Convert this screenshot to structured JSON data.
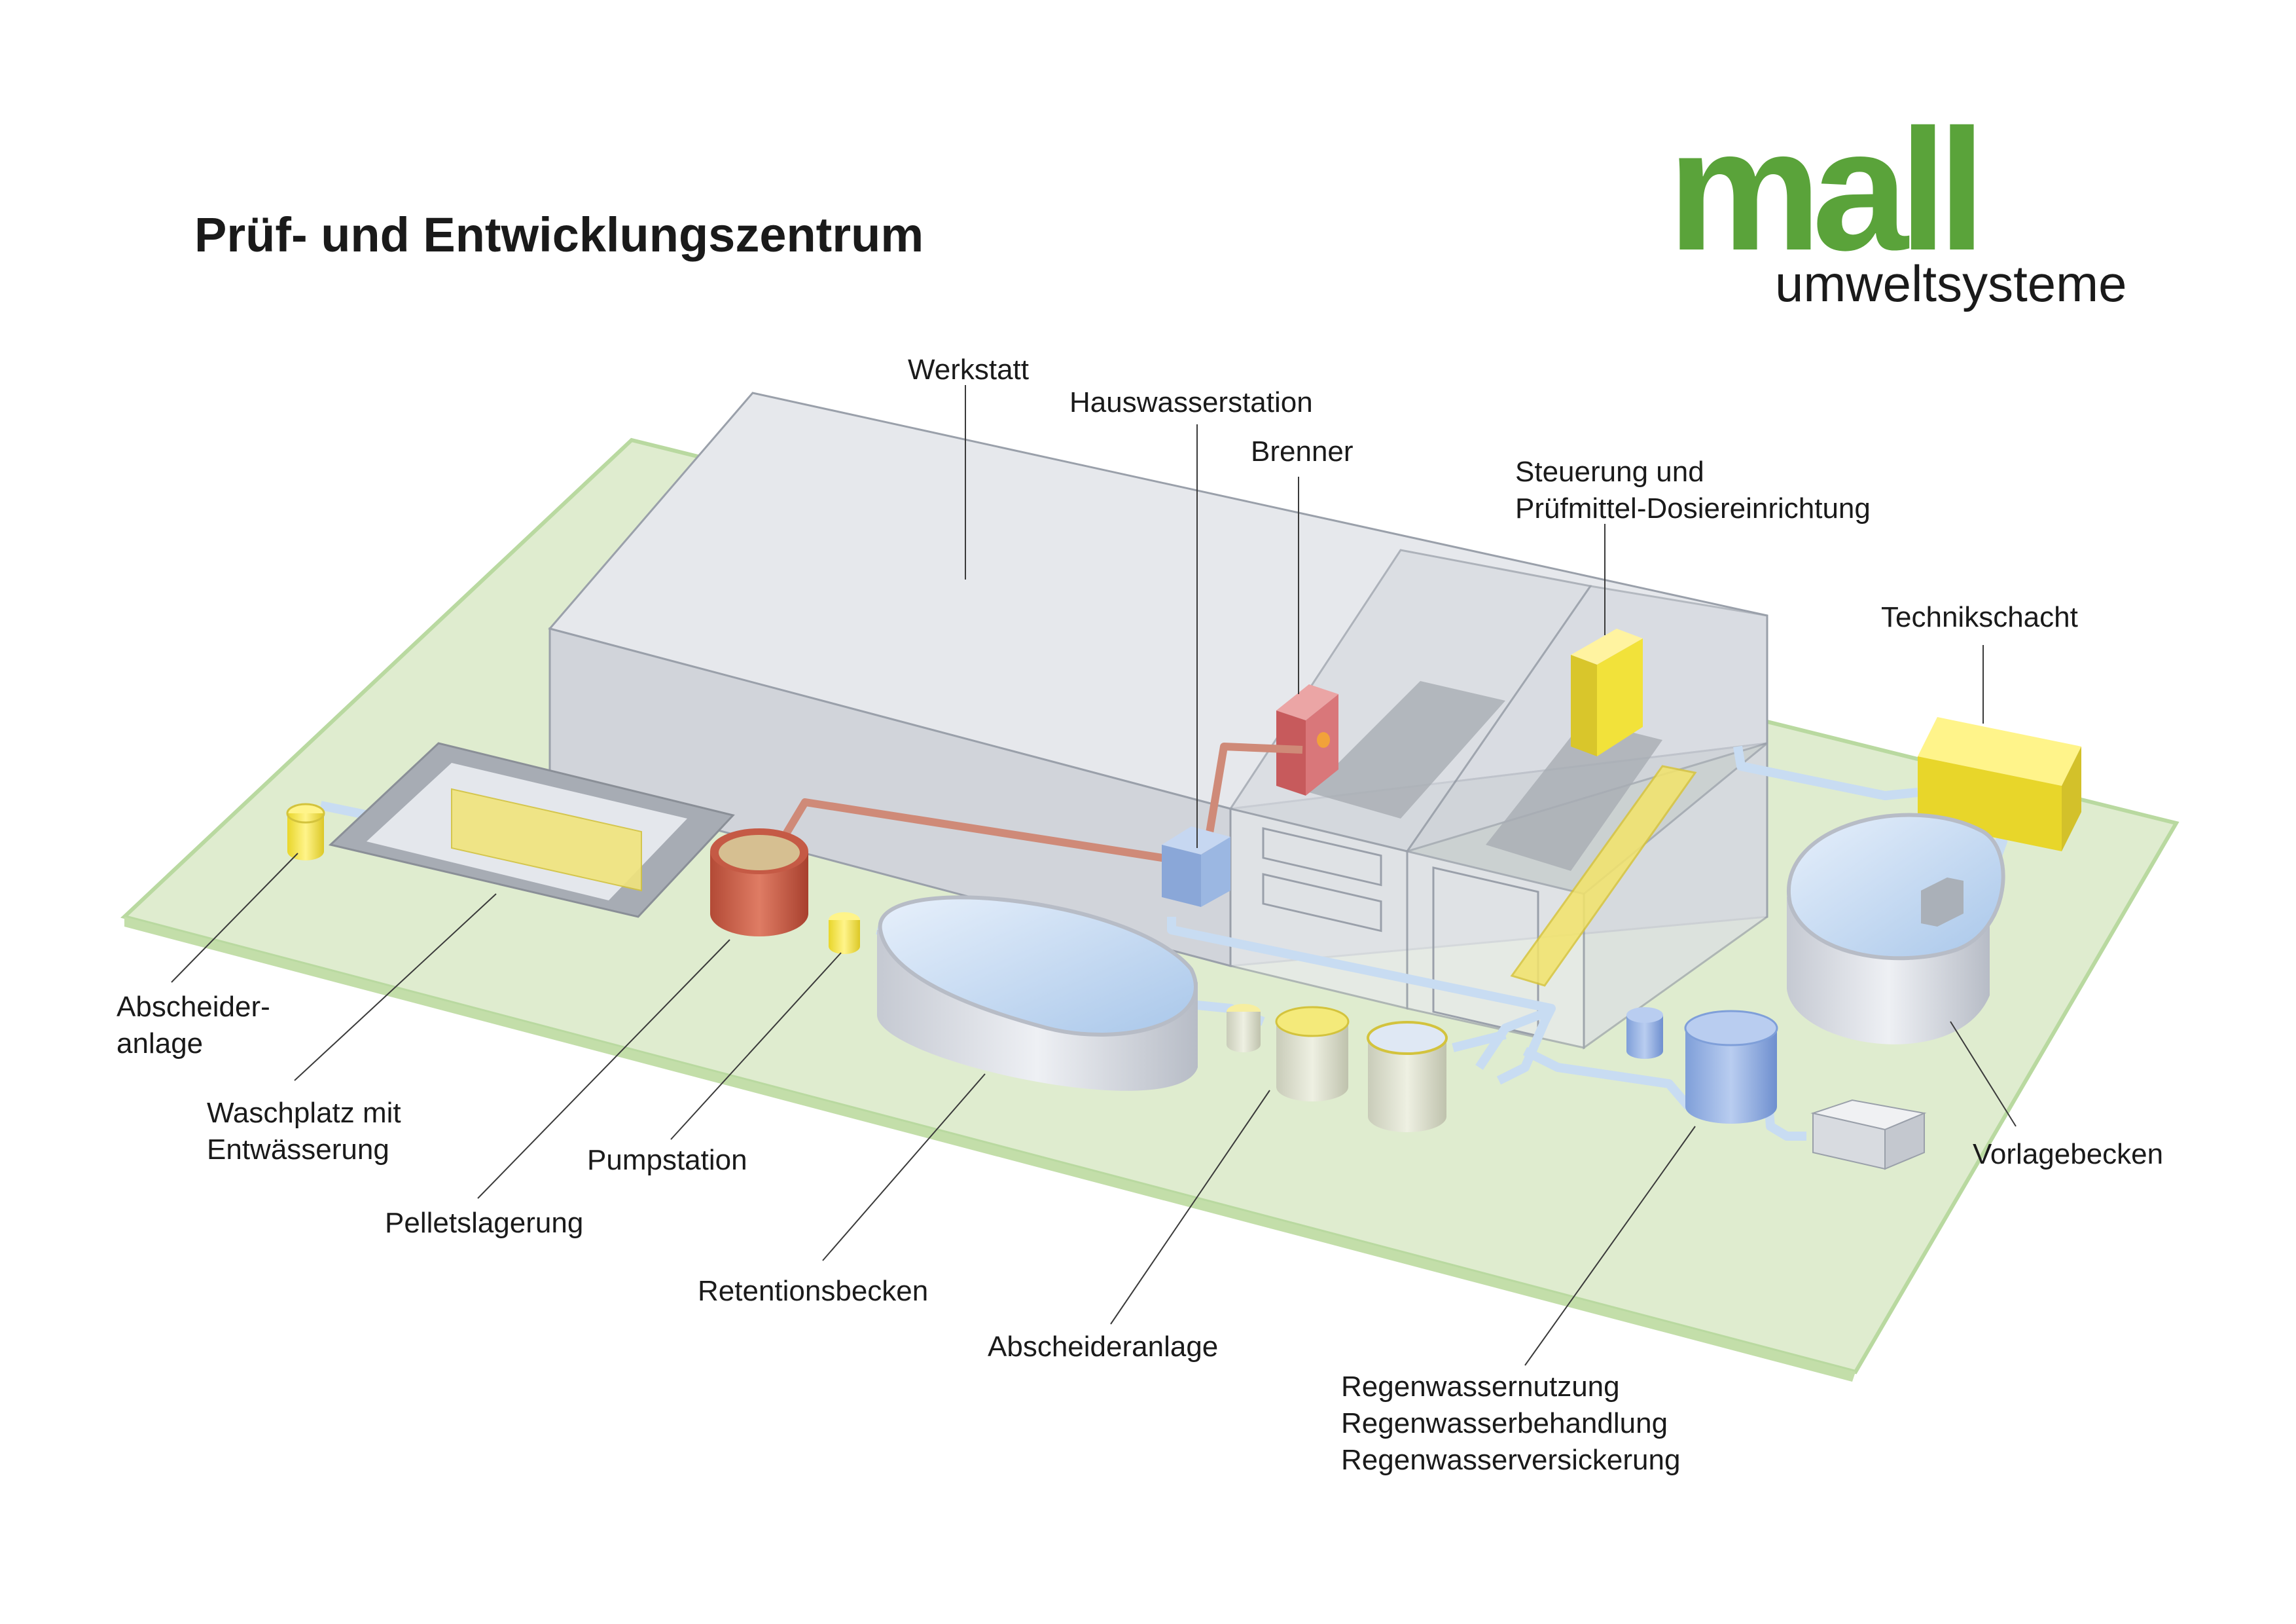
{
  "header": {
    "title": "Prüf- und Entwicklungszentrum"
  },
  "logo": {
    "word": "mall",
    "subtitle": "umweltsysteme",
    "color": "#5aa33a"
  },
  "labels": {
    "werkstatt": "Werkstatt",
    "hauswasserstation": "Hauswasserstation",
    "brenner": "Brenner",
    "steuerung_line1": "Steuerung und",
    "steuerung_line2": "Prüfmittel-Dosiereinrichtung",
    "technikschacht": "Technikschacht",
    "abscheider_left_line1": "Abscheider-",
    "abscheider_left_line2": "anlage",
    "waschplatz_line1": "Waschplatz mit",
    "waschplatz_line2": "Entwässerung",
    "pumpstation": "Pumpstation",
    "pelletslagerung": "Pelletslagerung",
    "retentionsbecken": "Retentionsbecken",
    "abscheideranlage": "Abscheideranlage",
    "regen_line1": "Regenwassernutzung",
    "regen_line2": "Regenwasserbehandlung",
    "regen_line3": "Regenwasserversickerung",
    "vorlagebecken": "Vorlagebecken"
  },
  "colors": {
    "ground": "#dfeccf",
    "ground_edge": "#b9d9a0",
    "building": "#d4d7dd",
    "pipe": "#c8dcf2",
    "heating_pipe": "#cf8a78",
    "yellow": "#f2e23a",
    "red_tank": "#c55a45",
    "burner": "#d9777a",
    "blue_box": "#9bb7e2"
  }
}
